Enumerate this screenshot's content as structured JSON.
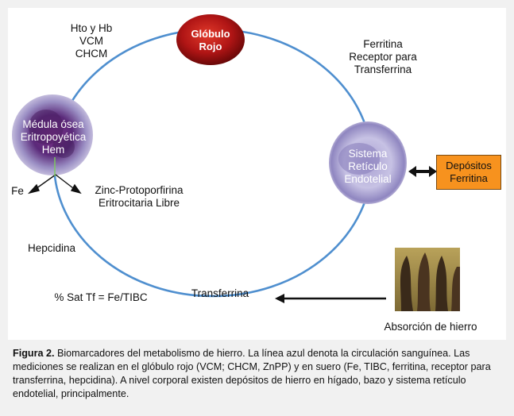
{
  "nodes": {
    "globulo_rojo": "Glóbulo\nRojo",
    "medula": "Médula ósea\nEritropoyética\nHem",
    "sistema": "Sistema\nRetículo\nEndotelial",
    "depositos": "Depósitos\nFerritina",
    "absorcion": "Absorción de hierro"
  },
  "labels": {
    "hto": "Hto y Hb\nVCM\nCHCM",
    "ferritina": "Ferritina\nReceptor para\nTransferrina",
    "fe": "Fe",
    "zinc": "Zinc-Protoporfirina\nEritrocitaria Libre",
    "hepcidina": "Hepcidina",
    "transferrina": "Transferrina",
    "sat": "% Sat Tf = Fe/TIBC"
  },
  "caption": {
    "bold": "Figura 2.",
    "text": " Biomarcadores del metabolismo de hierro. La línea azul denota la circulación sanguínea. Las mediciones se realizan en el glóbulo rojo (VCM; CHCM, ZnPP) y en suero (Fe, TIBC, ferritina, receptor para transferrina, hepcidina). A nivel corporal existen depósitos de hierro en hígado, bazo y sistema retículo endotelial, principalmente."
  },
  "colors": {
    "circulation": "#4f8fcf",
    "rbc": "#b01515",
    "depot": "#f7921e",
    "cell": "#6a2f7a"
  }
}
